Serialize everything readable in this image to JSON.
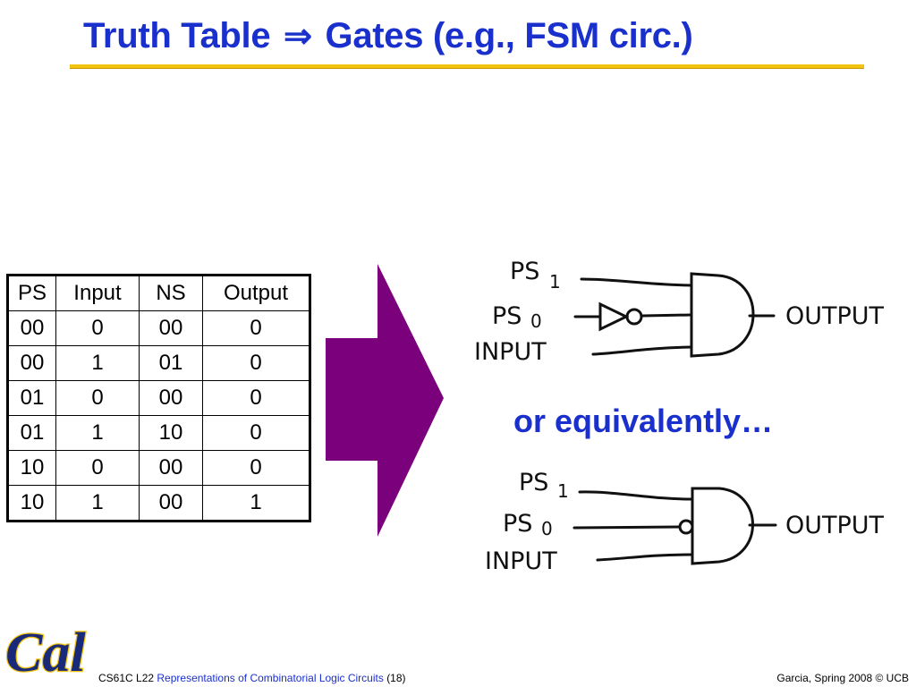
{
  "title": {
    "part1": "Truth Table",
    "arrow": "⇒",
    "part2": "Gates (e.g., FSM circ.)"
  },
  "colors": {
    "title": "#1a30cc",
    "rule": "#f2c40f",
    "arrow": "#7b007b"
  },
  "truth_table": {
    "headers": [
      "PS",
      "Input",
      "NS",
      "Output"
    ],
    "rows": [
      [
        "00",
        "0",
        "00",
        "0"
      ],
      [
        "00",
        "1",
        "01",
        "0"
      ],
      [
        "01",
        "0",
        "00",
        "0"
      ],
      [
        "01",
        "1",
        "10",
        "0"
      ],
      [
        "10",
        "0",
        "00",
        "0"
      ],
      [
        "10",
        "1",
        "00",
        "1"
      ]
    ]
  },
  "circuit1": {
    "ps1_label": "PS",
    "ps1_sub": "1",
    "ps0_label": "PS",
    "ps0_sub": "0",
    "input_label": "INPUT",
    "output_label": "OUTPUT"
  },
  "equivalently_text": "or equivalently…",
  "circuit2": {
    "ps1_label": "PS",
    "ps1_sub": "1",
    "ps0_label": "PS",
    "ps0_sub": "0",
    "input_label": "INPUT",
    "output_label": "OUTPUT"
  },
  "footer": {
    "course": "CS61C L22",
    "lecture": "Representations of Combinatorial Logic Circuits",
    "page": "(18)",
    "credit": "Garcia, Spring 2008 © UCB"
  },
  "logo": {
    "text": "Cal"
  }
}
